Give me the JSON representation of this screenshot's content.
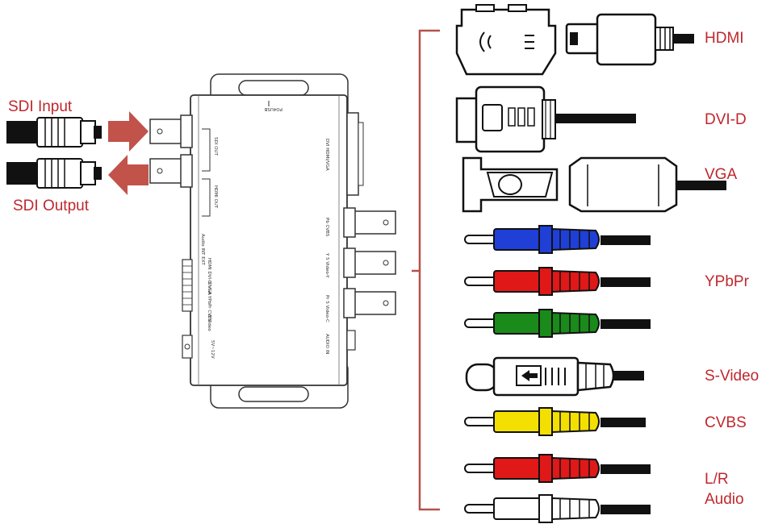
{
  "colors": {
    "label_red": "#c0272d",
    "arrow_red": "#c1534a",
    "bracket": "#b5524c",
    "blue": "#1f3fd6",
    "red": "#e01818",
    "green": "#1a8a1a",
    "yellow": "#f4e000",
    "white": "#ffffff",
    "black": "#111111"
  },
  "left": {
    "sdi_input": "SDI Input",
    "sdi_output": "SDI Output"
  },
  "device": {
    "top_label": "PO4USB",
    "sdi_out": "SDI OUT",
    "hdmi_out": "HDMI OUT",
    "dvi_port": "DVI HDMI/VGA",
    "pb_port": "Pb CVBS",
    "y_port": "Y S Video-Y",
    "pr_port": "Pr S Video-C",
    "audio_in": "AUDIO IN",
    "dip_row1": "Audio INT EXT",
    "dip_row2": "HDMI DVI-D VGA",
    "dip_row3": "DVI-A YPbPr CVBS",
    "dip_row4": "S Video",
    "power": "5V~12V"
  },
  "connectors": {
    "hdmi": "HDMI",
    "dvid": "DVI-D",
    "vga": "VGA",
    "ypbpr": "YPbPr",
    "svideo": "S-Video",
    "cvbs": "CVBS",
    "audio_l1": "L/R",
    "audio_l2": "Audio"
  }
}
